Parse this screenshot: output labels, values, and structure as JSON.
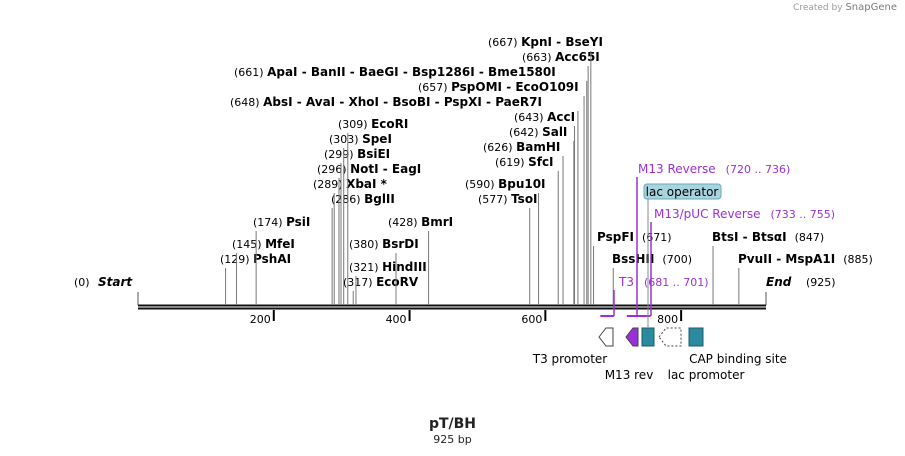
{
  "credit": {
    "prefix": "Created by",
    "brand": "SnapGene"
  },
  "title": "pT/BH",
  "length_label": "925 bp",
  "seq_length": 925,
  "ticks": [
    200,
    400,
    600,
    800
  ],
  "ends": [
    {
      "pos": 0,
      "num": "(0)",
      "name": "Start",
      "side": "left"
    },
    {
      "pos": 925,
      "num": "(925)",
      "name": "End",
      "side": "right"
    }
  ],
  "sites": [
    {
      "pos": 129,
      "num": "(129)",
      "names": [
        "PshAI"
      ]
    },
    {
      "pos": 145,
      "num": "(145)",
      "names": [
        "MfeI"
      ]
    },
    {
      "pos": 174,
      "num": "(174)",
      "names": [
        "PsiI"
      ]
    },
    {
      "pos": 286,
      "num": "(286)",
      "names": [
        "BglII"
      ]
    },
    {
      "pos": 289,
      "num": "(289)",
      "names": [
        "XbaI *"
      ]
    },
    {
      "pos": 296,
      "num": "(296)",
      "names": [
        "NotI",
        "EagI"
      ]
    },
    {
      "pos": 299,
      "num": "(299)",
      "names": [
        "BsiEI"
      ]
    },
    {
      "pos": 303,
      "num": "(303)",
      "names": [
        "SpeI"
      ]
    },
    {
      "pos": 309,
      "num": "(309)",
      "names": [
        "EcoRI"
      ]
    },
    {
      "pos": 317,
      "num": "(317)",
      "names": [
        "EcoRV"
      ]
    },
    {
      "pos": 321,
      "num": "(321)",
      "names": [
        "HindIII"
      ]
    },
    {
      "pos": 380,
      "num": "(380)",
      "names": [
        "BsrDI"
      ]
    },
    {
      "pos": 428,
      "num": "(428)",
      "names": [
        "BmrI"
      ]
    },
    {
      "pos": 577,
      "num": "(577)",
      "names": [
        "TsoI"
      ]
    },
    {
      "pos": 590,
      "num": "(590)",
      "names": [
        "Bpu10I"
      ]
    },
    {
      "pos": 619,
      "num": "(619)",
      "names": [
        "SfcI"
      ]
    },
    {
      "pos": 626,
      "num": "(626)",
      "names": [
        "BamHI"
      ]
    },
    {
      "pos": 642,
      "num": "(642)",
      "names": [
        "SalI"
      ]
    },
    {
      "pos": 643,
      "num": "(643)",
      "names": [
        "AccI"
      ]
    },
    {
      "pos": 648,
      "num": "(648)",
      "names": [
        "AbsI",
        "AvaI",
        "XhoI",
        "BsoBI",
        "PspXI",
        "PaeR7I"
      ]
    },
    {
      "pos": 657,
      "num": "(657)",
      "names": [
        "PspOMI",
        "EcoO109I"
      ]
    },
    {
      "pos": 661,
      "num": "(661)",
      "names": [
        "ApaI",
        "BanII",
        "BaeGI",
        "Bsp1286I",
        "Bme1580I"
      ]
    },
    {
      "pos": 663,
      "num": "(663)",
      "names": [
        "Acc65I"
      ]
    },
    {
      "pos": 667,
      "num": "(667)",
      "names": [
        "KpnI",
        "BseYI"
      ]
    },
    {
      "pos": 671,
      "num": "(671)",
      "names": [
        "PspFI"
      ],
      "side": "right"
    },
    {
      "pos": 700,
      "num": "(700)",
      "names": [
        "BssHII"
      ],
      "side": "right"
    },
    {
      "pos": 847,
      "num": "(847)",
      "names": [
        "BtsI",
        "BtsαI"
      ],
      "side": "right"
    },
    {
      "pos": 885,
      "num": "(885)",
      "names": [
        "PvuII",
        "MspA1I"
      ],
      "side": "right"
    }
  ],
  "primers": [
    {
      "name": "M13 Reverse",
      "range": "(720 .. 736)",
      "start": 720,
      "end": 736
    },
    {
      "name": "M13/pUC Reverse",
      "range": "(733 .. 755)",
      "start": 733,
      "end": 755
    },
    {
      "name": "T3",
      "range": "(681 .. 701)",
      "start": 681,
      "end": 701
    }
  ],
  "features": [
    {
      "name": "T3 promoter",
      "type": "promoter",
      "start": 681,
      "end": 700
    },
    {
      "name": "M13 rev",
      "type": "primer_bind",
      "start": 720,
      "end": 736
    },
    {
      "name": "lac operator",
      "type": "protein_bind",
      "start": 741,
      "end": 757
    },
    {
      "name": "lac promoter",
      "type": "promoter",
      "start": 765,
      "end": 795
    },
    {
      "name": "CAP binding site",
      "type": "protein_bind",
      "start": 809,
      "end": 830
    }
  ],
  "colors": {
    "primer": "#9b30d9",
    "feature_box": "#2b8a9e",
    "lac_operator_bg": "#a8d4e0",
    "backbone": "#111111",
    "site_text": "#000000",
    "number_text": "#000000"
  }
}
